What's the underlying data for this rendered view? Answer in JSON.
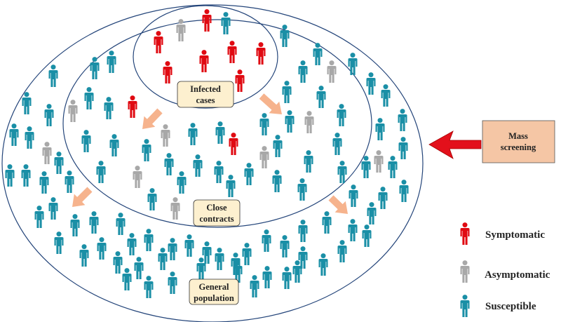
{
  "colors": {
    "symptomatic": "#e00a12",
    "asymptomatic": "#a8a8a8",
    "susceptible": "#1a8fa6",
    "ring": "#24457a",
    "label_fill": "#fdf0cf",
    "arrow_fill": "#f6b38d",
    "screen_box": "#f5c6a5",
    "screen_arrow": "#e3101b"
  },
  "icons": {
    "person": "person-icon",
    "arrow": "arrow-icon"
  },
  "labels": {
    "infected": [
      "Infected",
      "cases"
    ],
    "contacts": [
      "Close",
      "contracts"
    ],
    "general": [
      "General",
      "population"
    ],
    "screening": [
      "Mass",
      "screening"
    ]
  },
  "legend": [
    {
      "label": "Symptomatic",
      "status": "symptomatic"
    },
    {
      "label": "Asymptomatic",
      "status": "asymptomatic"
    },
    {
      "label": "Susceptible",
      "status": "susceptible"
    }
  ]
}
